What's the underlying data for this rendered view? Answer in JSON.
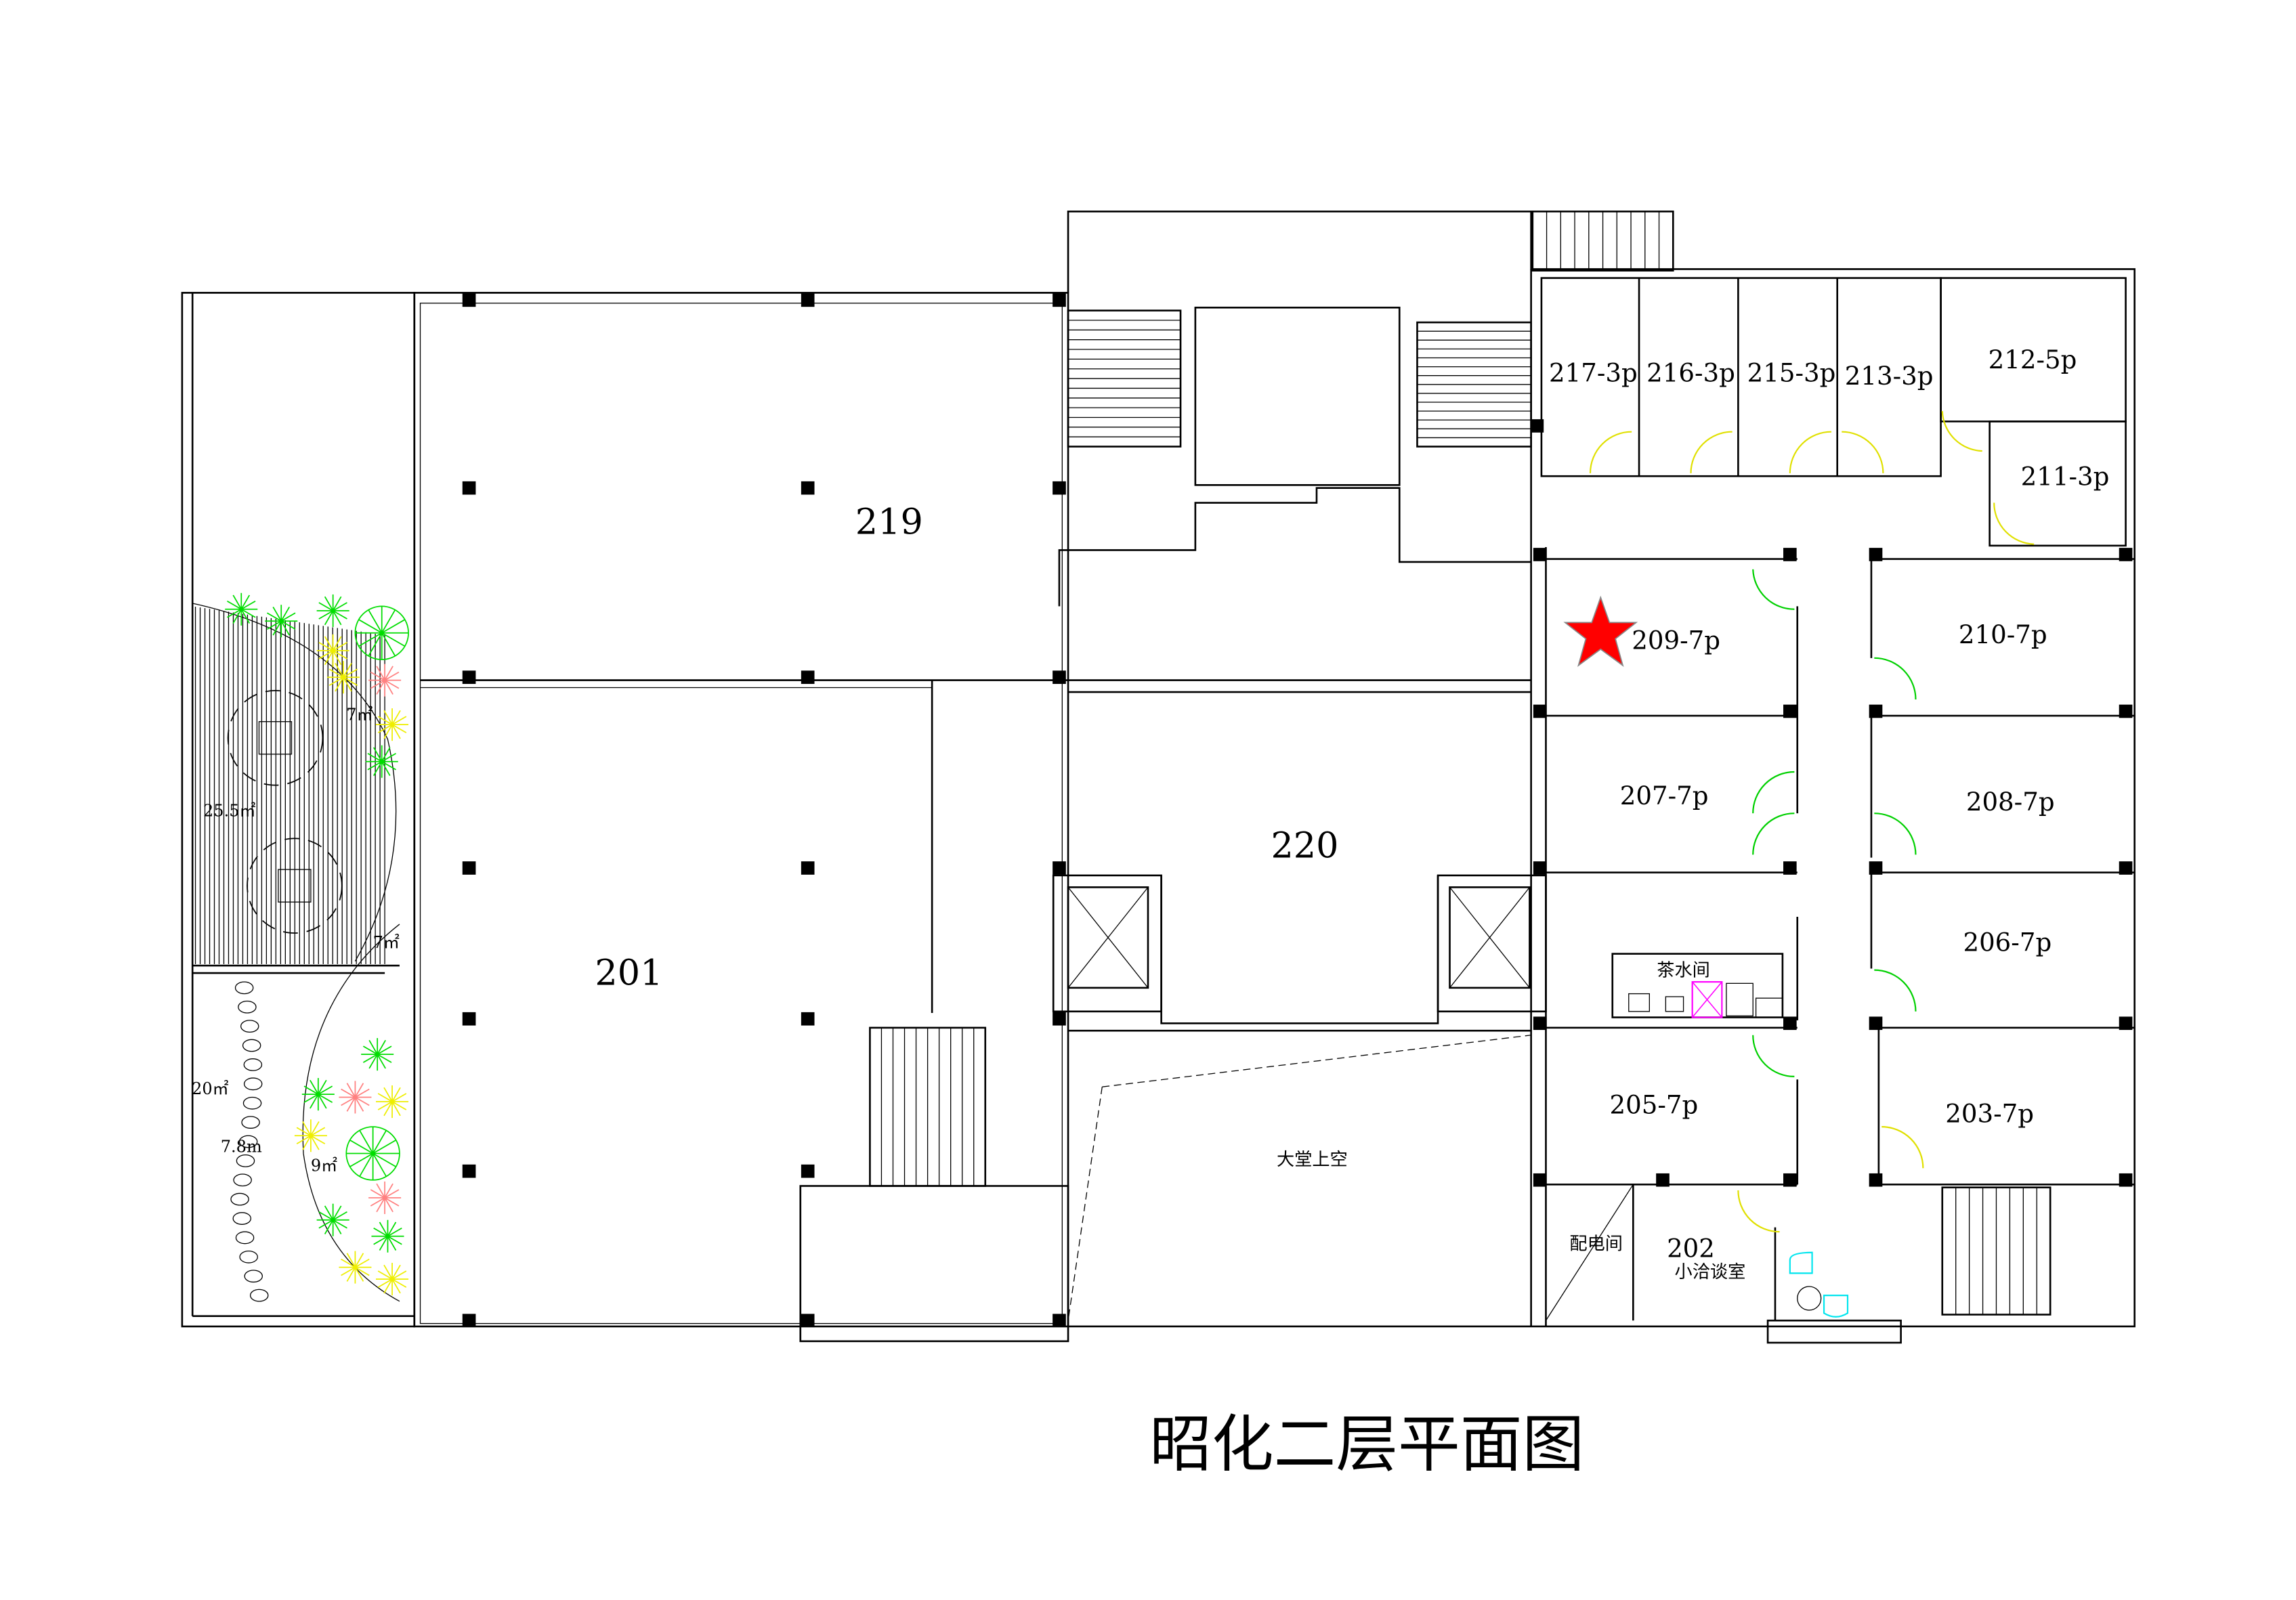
{
  "title": "昭化二层平面图",
  "colors": {
    "wall": "#000000",
    "marker": "#ff0000",
    "plant_green": "#00dd00",
    "plant_yellow": "#eeee00",
    "plant_pink": "#ff8080",
    "door_green": "#00d000",
    "door_yellow": "#e0e000",
    "pantry_magenta": "#ff00ff",
    "chair_cyan": "#00e5ee"
  },
  "rooms": {
    "r219": "219",
    "r201": "201",
    "r220": "220",
    "r217": "217-3p",
    "r216": "216-3p",
    "r215": "215-3p",
    "r213": "213-3p",
    "r212": "212-5p",
    "r211": "211-3p",
    "r209": "209-7p",
    "r210": "210-7p",
    "r207": "207-7p",
    "r208": "208-7p",
    "r206": "206-7p",
    "r205": "205-7p",
    "r203": "203-7p",
    "r202": "202",
    "r202_name": "小洽谈室",
    "power": "配电间",
    "pantry": "茶水间",
    "lobby_void": "大堂上空"
  },
  "garden": {
    "deck_area": "25.5㎡",
    "bed1_area": "7㎡",
    "bed2_area": "7㎡",
    "gravel_area": "20㎡",
    "path_length": "7.8m",
    "bed3_area": "9㎡"
  },
  "marker": {
    "icon": "star-icon",
    "room": "209-7p"
  }
}
